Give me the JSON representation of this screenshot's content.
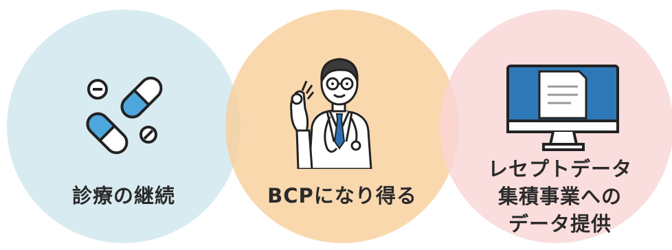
{
  "items": [
    {
      "label": "診療の継続",
      "icon": "pills-icon"
    },
    {
      "label": "BCPになり得る",
      "icon": "doctor-ok-icon"
    },
    {
      "label_lines": [
        "レセプトデータ",
        "集積事業への",
        "データ提供"
      ],
      "icon": "monitor-document-icon"
    }
  ],
  "colors": {
    "circle_1": "#cfe7ee",
    "circle_2": "#f8cf9c",
    "circle_3": "#f9d5d5",
    "pill_blue": "#4ea7dc",
    "tie_blue": "#2f6fb0",
    "monitor_screen": "#2f78b8",
    "outline": "#222222"
  }
}
